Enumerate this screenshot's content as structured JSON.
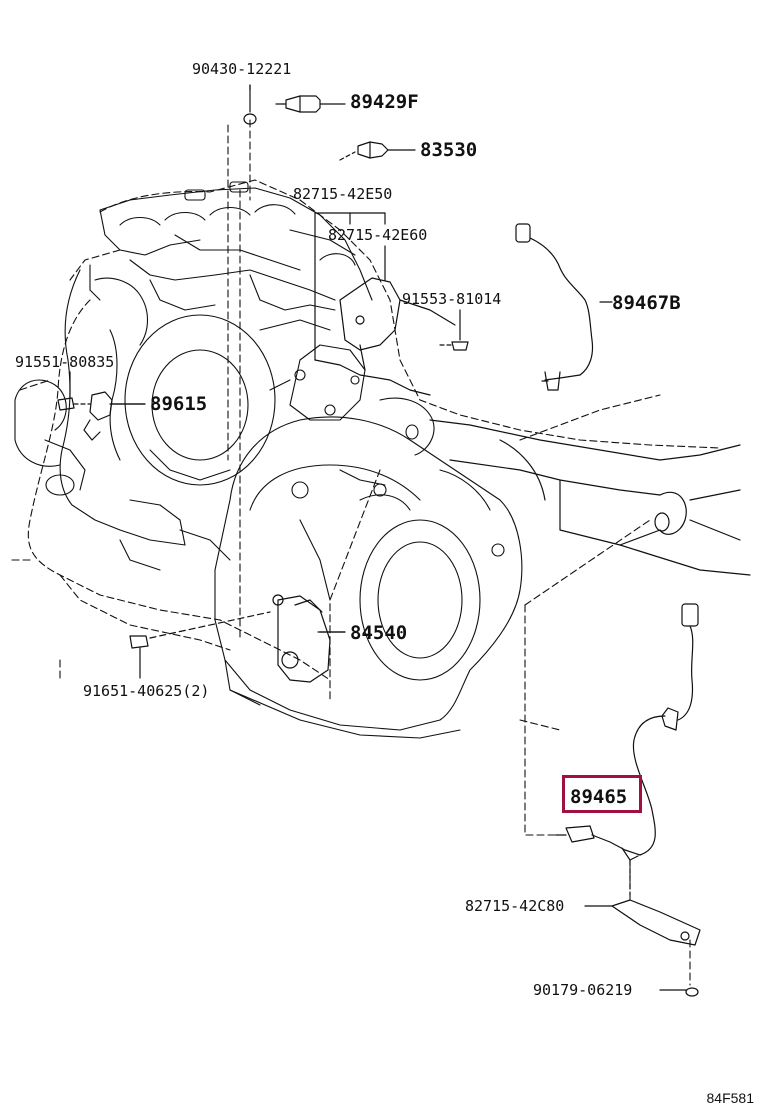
{
  "labels": {
    "p90430": "90430-12221",
    "p89429f": "89429F",
    "p83530": "83530",
    "p82715_42e50": "82715-42E50",
    "p82715_42e60": "82715-42E60",
    "p91553": "91553-81014",
    "p89467b": "89467B",
    "p91551": "91551-80835",
    "p89615": "89615",
    "p84540": "84540",
    "p91651": "91651-40625(2)",
    "p89465": "89465",
    "p82715_42c80": "82715-42C80",
    "p90179": "90179-06219"
  },
  "highlight_color": "#a01040",
  "diagram_code": "84F581"
}
